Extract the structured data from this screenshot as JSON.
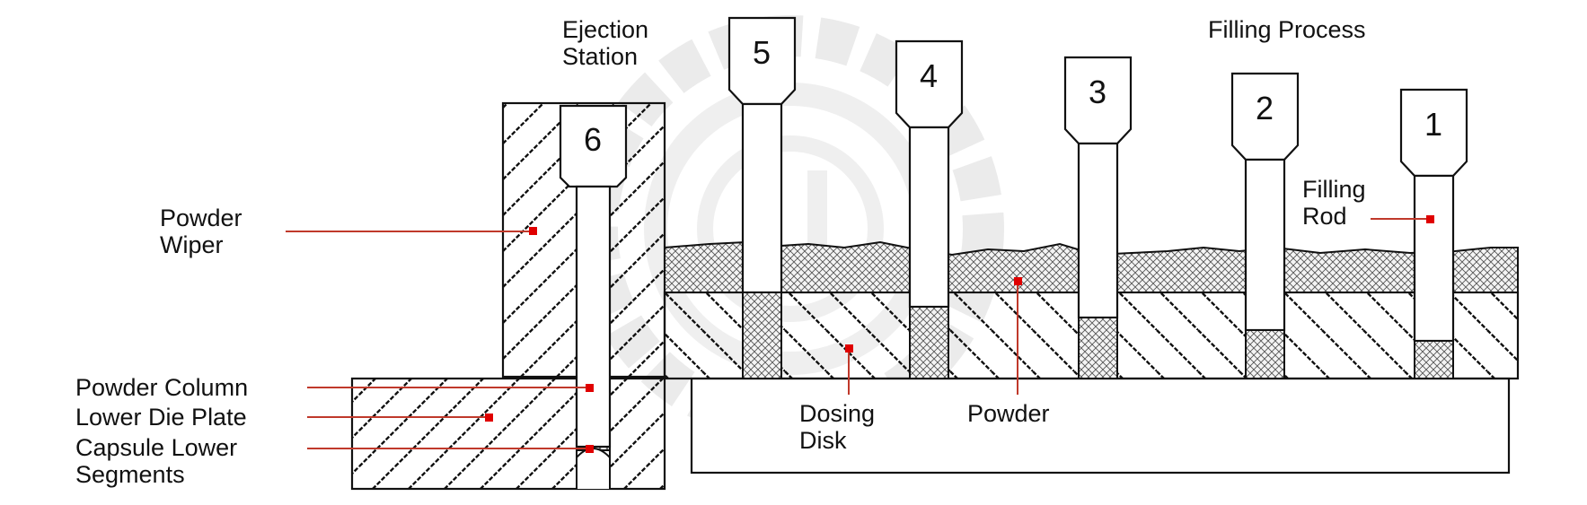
{
  "title": "Filling Process",
  "station_numbers": [
    "1",
    "2",
    "3",
    "4",
    "5",
    "6"
  ],
  "labels": {
    "ejection_station": [
      "Ejection",
      "Station"
    ],
    "filling_rod": [
      "Filling",
      "Rod"
    ],
    "powder_wiper": [
      "Powder",
      "Wiper"
    ],
    "powder_column": "Powder Column",
    "lower_die_plate": "Lower Die Plate",
    "capsule_lower_segments": [
      "Capsule Lower",
      "Segments"
    ],
    "dosing_disk": [
      "Dosing",
      "Disk"
    ],
    "powder": "Powder"
  },
  "colors": {
    "line": "#111111",
    "leader": "#c0392b",
    "marker": "#e00000",
    "watermark": "#e6e6e6"
  }
}
